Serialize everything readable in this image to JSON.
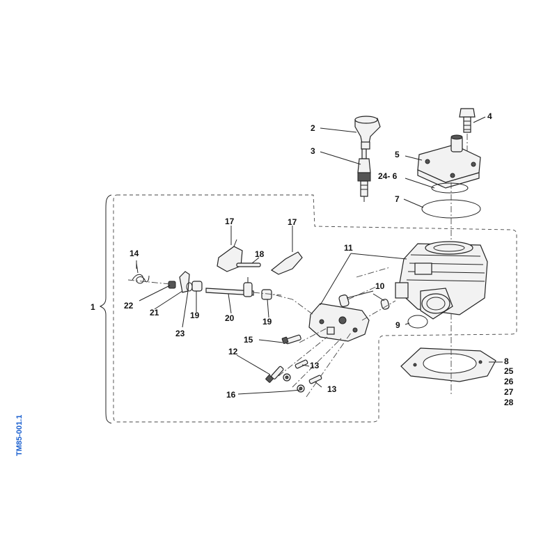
{
  "colors": {
    "ink": "#222222",
    "doc_ref": "#1a5fcf",
    "background": "#ffffff"
  },
  "doc_ref": "TM85-001.1",
  "callouts": {
    "c1": "1",
    "c2": "2",
    "c3": "3",
    "c4": "4",
    "c5": "5",
    "c24_6": "24- 6",
    "c7": "7",
    "c8": "8",
    "c25": "25",
    "c26": "26",
    "c27": "27",
    "c28": "28",
    "c9": "9",
    "c10": "10",
    "c11": "11",
    "c12": "12",
    "c13a": "13",
    "c13b": "13",
    "c14": "14",
    "c15": "15",
    "c16": "16",
    "c17a": "17",
    "c17b": "17",
    "c18": "18",
    "c19a": "19",
    "c19b": "19",
    "c20": "20",
    "c21": "21",
    "c22": "22",
    "c23": "23"
  }
}
